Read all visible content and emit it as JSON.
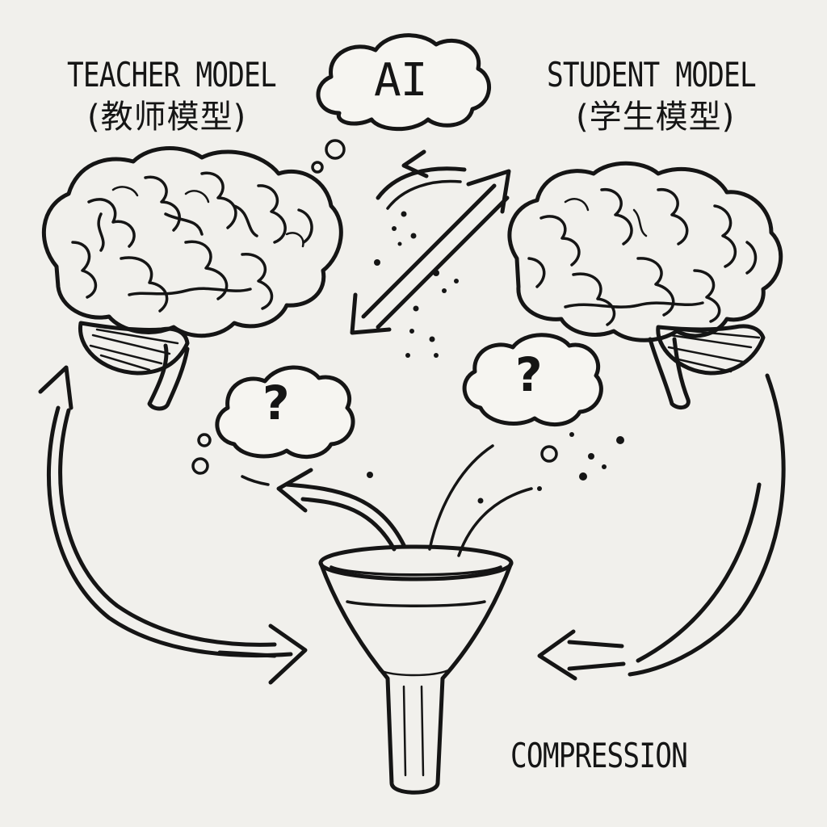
{
  "teacher": {
    "title": "TEACHER MODEL",
    "subtitle": "(教师模型)"
  },
  "student": {
    "title": "STUDENT MODEL",
    "subtitle": "(学生模型)"
  },
  "center_cloud": {
    "label": "AI"
  },
  "left_question": {
    "label": "?"
  },
  "right_question": {
    "label": "?"
  },
  "funnel": {
    "label": "COMPRESSION"
  },
  "colors": {
    "ink": "#151515",
    "paper": "#f1f0ec"
  }
}
